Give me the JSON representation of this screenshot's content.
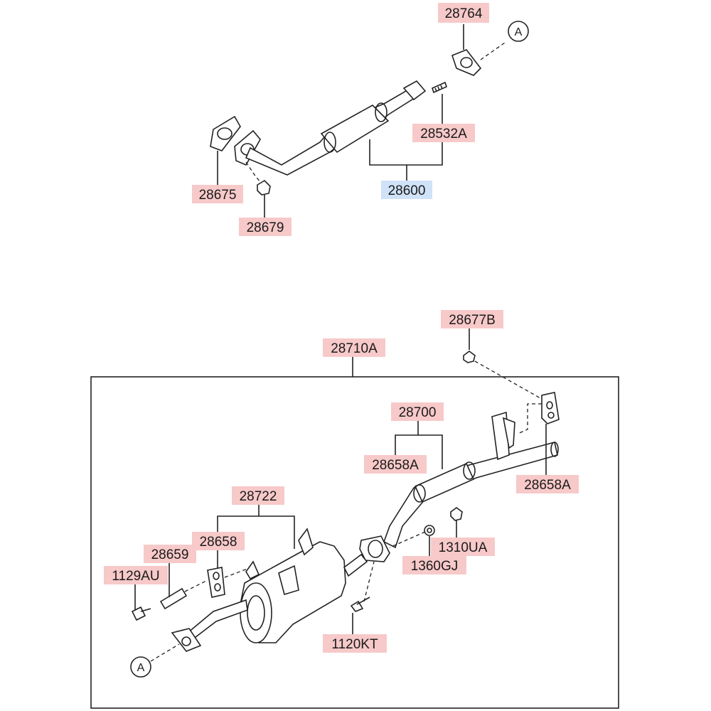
{
  "labels": {
    "p28764": "28764",
    "p28532A": "28532A",
    "p28600": "28600",
    "p28675": "28675",
    "p28679": "28679",
    "p28677B": "28677B",
    "p28710A": "28710A",
    "p28700": "28700",
    "p28658A_left": "28658A",
    "p28658A_right": "28658A",
    "p28722": "28722",
    "p28658": "28658",
    "p28659": "28659",
    "p1129AU": "1129AU",
    "p1310UA": "1310UA",
    "p1360GJ": "1360GJ",
    "p1120KT": "1120KT"
  },
  "refs": {
    "top": "A",
    "bottom": "A"
  },
  "colors": {
    "part_label_bg": "#f7c9c9",
    "assembly_label_bg": "#cfe2f7"
  }
}
